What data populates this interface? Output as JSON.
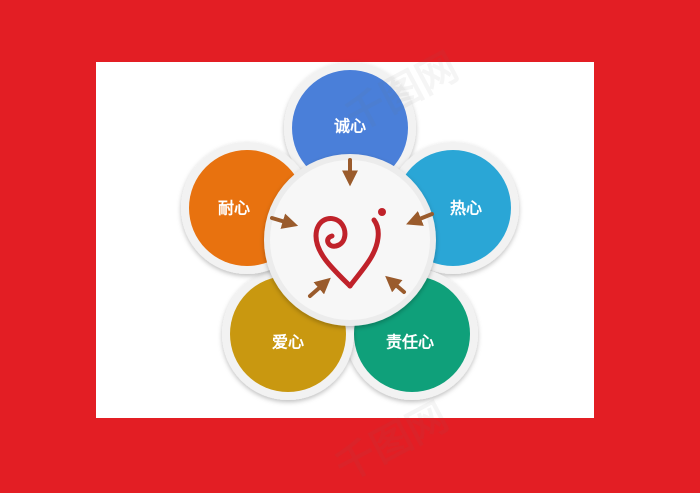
{
  "diagram": {
    "center_logo": "heart-logo",
    "petals": [
      {
        "label": "诚心",
        "color": "#4a7fd9"
      },
      {
        "label": "热心",
        "color": "#2aa6d6"
      },
      {
        "label": "责任心",
        "color": "#0fa07a"
      },
      {
        "label": "爱心",
        "color": "#c99810"
      },
      {
        "label": "耐心",
        "color": "#e8720f"
      }
    ],
    "arrow_color": "#9a5b2c",
    "heart_color": "#c0222a",
    "background_color": "#e31e24"
  }
}
